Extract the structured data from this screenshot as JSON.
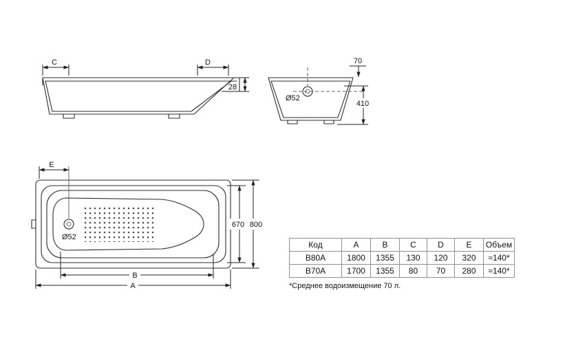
{
  "views": {
    "side_view": {
      "dim_c": "C",
      "dim_d": "D",
      "dim_rim_drop": "28"
    },
    "end_view": {
      "dim_rim_height": "70",
      "dim_depth": "410",
      "drain_diameter": "Ø52"
    },
    "plan_view": {
      "dim_e": "E",
      "drain_diameter": "Ø52",
      "dim_inner_width": "670",
      "dim_outer_width": "800",
      "dim_b": "B",
      "dim_a": "A"
    }
  },
  "table": {
    "headers": [
      "Код",
      "A",
      "B",
      "C",
      "D",
      "E",
      "Объем"
    ],
    "rows": [
      [
        "B80A",
        "1800",
        "1355",
        "130",
        "120",
        "320",
        "≈140*"
      ],
      [
        "B70A",
        "1700",
        "1355",
        "80",
        "70",
        "280",
        "≈140*"
      ]
    ]
  },
  "footnote": "*Среднее водоизмещение 70 л."
}
